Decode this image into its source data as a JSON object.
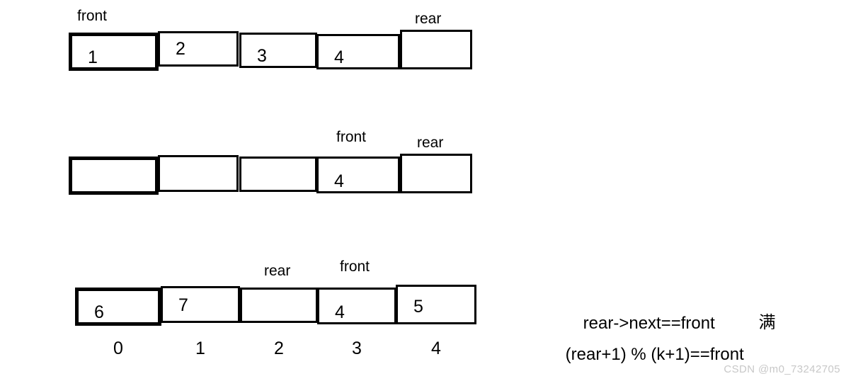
{
  "diagram": {
    "title": "circular-queue-full-condition",
    "rows": [
      {
        "name": "row-1",
        "cells": [
          {
            "value": "1"
          },
          {
            "value": "2"
          },
          {
            "value": "3"
          },
          {
            "value": "4"
          },
          {
            "value": ""
          }
        ],
        "pointers": [
          {
            "label": "front",
            "cell_index": 0
          },
          {
            "label": "rear",
            "cell_index": 4
          }
        ],
        "indices": []
      },
      {
        "name": "row-2",
        "cells": [
          {
            "value": ""
          },
          {
            "value": ""
          },
          {
            "value": ""
          },
          {
            "value": "4"
          },
          {
            "value": ""
          }
        ],
        "pointers": [
          {
            "label": "front",
            "cell_index": 3
          },
          {
            "label": "rear",
            "cell_index": 4
          }
        ],
        "indices": []
      },
      {
        "name": "row-3",
        "cells": [
          {
            "value": "6"
          },
          {
            "value": "7"
          },
          {
            "value": ""
          },
          {
            "value": "4"
          },
          {
            "value": "5"
          }
        ],
        "pointers": [
          {
            "label": "rear",
            "cell_index": 2
          },
          {
            "label": "front",
            "cell_index": 3
          }
        ],
        "indices": [
          "0",
          "1",
          "2",
          "3",
          "4"
        ]
      }
    ]
  },
  "notes": {
    "line1_expression": "rear->next==front",
    "line1_annotation": "满",
    "line2_expression": "(rear+1) % (k+1)==front"
  },
  "watermark": {
    "text": "CSDN @m0_73242705"
  },
  "colors": {
    "ink": "#000000",
    "background": "#ffffff",
    "watermark": "#c8c8c8"
  }
}
